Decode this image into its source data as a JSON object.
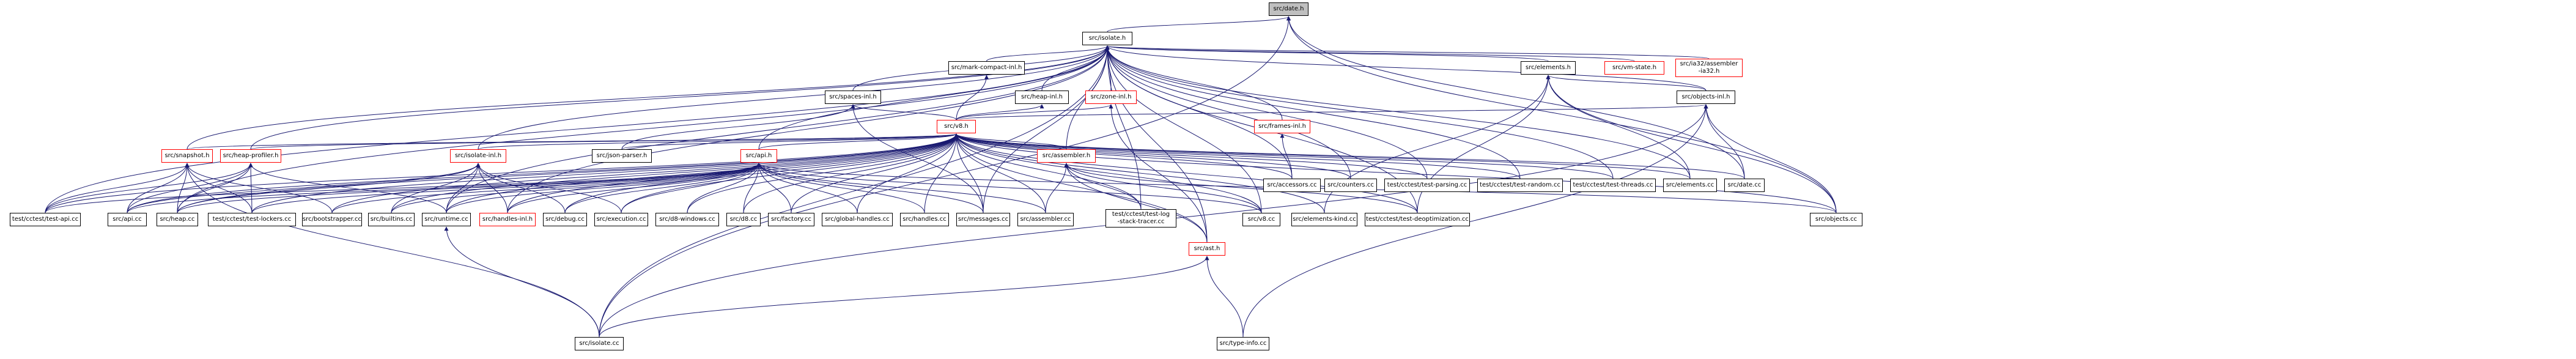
{
  "colors": {
    "edge": "#191970",
    "node_border": "#000000",
    "truncated_border": "#ff0000",
    "current_fill": "#bfbfbf"
  },
  "nodes": [
    {
      "id": "date_h",
      "label": "src/date.h",
      "current": true
    },
    {
      "id": "isolate_h",
      "label": "src/isolate.h"
    },
    {
      "id": "mark_compact",
      "label": "src/mark-compact-inl.h"
    },
    {
      "id": "vm_state",
      "label": "src/vm-state.h",
      "truncated": true
    },
    {
      "id": "ia32_asm",
      "label": "src/ia32/assembler\n-ia32.h",
      "truncated": true
    },
    {
      "id": "elements_h",
      "label": "src/elements.h"
    },
    {
      "id": "spaces_inl",
      "label": "src/spaces-inl.h"
    },
    {
      "id": "heap_inl",
      "label": "src/heap-inl.h"
    },
    {
      "id": "zone_inl",
      "label": "src/zone-inl.h",
      "truncated": true
    },
    {
      "id": "objects_inl",
      "label": "src/objects-inl.h"
    },
    {
      "id": "frames_inl",
      "label": "src/frames-inl.h",
      "truncated": true
    },
    {
      "id": "v8_h",
      "label": "src/v8.h",
      "truncated": true
    },
    {
      "id": "snapshot_h",
      "label": "src/snapshot.h",
      "truncated": true
    },
    {
      "id": "heap_profiler",
      "label": "src/heap-profiler.h",
      "truncated": true
    },
    {
      "id": "isolate_inl",
      "label": "src/isolate-inl.h",
      "truncated": true
    },
    {
      "id": "json_parser",
      "label": "src/json-parser.h"
    },
    {
      "id": "api_h",
      "label": "src/api.h",
      "truncated": true
    },
    {
      "id": "assembler_h",
      "label": "src/assembler.h",
      "truncated": true
    },
    {
      "id": "accessors_cc",
      "label": "src/accessors.cc"
    },
    {
      "id": "counters_cc",
      "label": "src/counters.cc"
    },
    {
      "id": "test_parsing",
      "label": "test/cctest/test-parsing.cc"
    },
    {
      "id": "test_random",
      "label": "test/cctest/test-random.cc"
    },
    {
      "id": "test_threads",
      "label": "test/cctest/test-threads.cc"
    },
    {
      "id": "elements_cc",
      "label": "src/elements.cc"
    },
    {
      "id": "date_cc",
      "label": "src/date.cc"
    },
    {
      "id": "test_api",
      "label": "test/cctest/test-api.cc"
    },
    {
      "id": "api_cc",
      "label": "src/api.cc"
    },
    {
      "id": "heap_cc",
      "label": "src/heap.cc"
    },
    {
      "id": "test_lockers",
      "label": "test/cctest/test-lockers.cc"
    },
    {
      "id": "bootstrapper",
      "label": "src/bootstrapper.cc"
    },
    {
      "id": "builtins_cc",
      "label": "src/builtins.cc"
    },
    {
      "id": "runtime_cc",
      "label": "src/runtime.cc"
    },
    {
      "id": "handles_inl",
      "label": "src/handles-inl.h",
      "truncated": true
    },
    {
      "id": "debug_cc",
      "label": "src/debug.cc"
    },
    {
      "id": "execution_cc",
      "label": "src/execution.cc"
    },
    {
      "id": "d8_windows",
      "label": "src/d8-windows.cc"
    },
    {
      "id": "d8_cc",
      "label": "src/d8.cc"
    },
    {
      "id": "factory_cc",
      "label": "src/factory.cc"
    },
    {
      "id": "global_handles",
      "label": "src/global-handles.cc"
    },
    {
      "id": "handles_cc",
      "label": "src/handles.cc"
    },
    {
      "id": "messages_cc",
      "label": "src/messages.cc"
    },
    {
      "id": "assembler_cc",
      "label": "src/assembler.cc"
    },
    {
      "id": "test_log",
      "label": "test/cctest/test-log\n-stack-tracer.cc"
    },
    {
      "id": "ast_h",
      "label": "src/ast.h",
      "truncated": true
    },
    {
      "id": "v8_cc",
      "label": "src/v8.cc"
    },
    {
      "id": "elements_kind",
      "label": "src/elements-kind.cc"
    },
    {
      "id": "test_deopt",
      "label": "test/cctest/test-deoptimization.cc"
    },
    {
      "id": "objects_cc",
      "label": "src/objects.cc"
    },
    {
      "id": "isolate_cc",
      "label": "src/isolate.cc"
    },
    {
      "id": "type_info",
      "label": "src/type-info.cc"
    }
  ],
  "edges": [
    [
      "isolate_h",
      "date_h"
    ],
    [
      "isolate_cc",
      "date_h"
    ],
    [
      "date_cc",
      "date_h"
    ],
    [
      "objects_cc",
      "date_h"
    ],
    [
      "mark_compact",
      "isolate_h"
    ],
    [
      "vm_state",
      "isolate_h"
    ],
    [
      "ia32_asm",
      "isolate_h"
    ],
    [
      "elements_h",
      "isolate_h"
    ],
    [
      "spaces_inl",
      "isolate_h"
    ],
    [
      "heap_inl",
      "isolate_h"
    ],
    [
      "zone_inl",
      "isolate_h"
    ],
    [
      "objects_inl",
      "isolate_h"
    ],
    [
      "frames_inl",
      "isolate_h"
    ],
    [
      "snapshot_h",
      "isolate_h"
    ],
    [
      "heap_profiler",
      "isolate_h"
    ],
    [
      "isolate_inl",
      "isolate_h"
    ],
    [
      "api_h",
      "isolate_h"
    ],
    [
      "assembler_h",
      "isolate_h"
    ],
    [
      "accessors_cc",
      "isolate_h"
    ],
    [
      "counters_cc",
      "isolate_h"
    ],
    [
      "test_parsing",
      "isolate_h"
    ],
    [
      "test_random",
      "isolate_h"
    ],
    [
      "test_threads",
      "isolate_h"
    ],
    [
      "test_api",
      "isolate_h"
    ],
    [
      "heap_cc",
      "isolate_h"
    ],
    [
      "runtime_cc",
      "isolate_h"
    ],
    [
      "handles_inl",
      "isolate_h"
    ],
    [
      "messages_cc",
      "isolate_h"
    ],
    [
      "test_log",
      "isolate_h"
    ],
    [
      "ast_h",
      "isolate_h"
    ],
    [
      "v8_cc",
      "isolate_h"
    ],
    [
      "test_deopt",
      "isolate_h"
    ],
    [
      "isolate_cc",
      "isolate_h"
    ],
    [
      "elements_cc",
      "isolate_h"
    ],
    [
      "v8_h",
      "mark_compact"
    ],
    [
      "v8_h",
      "spaces_inl"
    ],
    [
      "v8_h",
      "heap_inl"
    ],
    [
      "v8_h",
      "zone_inl"
    ],
    [
      "v8_h",
      "objects_inl"
    ],
    [
      "json_parser",
      "spaces_inl"
    ],
    [
      "messages_cc",
      "spaces_inl"
    ],
    [
      "ast_h",
      "zone_inl"
    ],
    [
      "objects_inl",
      "elements_h"
    ],
    [
      "elements_cc",
      "elements_h"
    ],
    [
      "elements_kind",
      "elements_h"
    ],
    [
      "objects_cc",
      "elements_h"
    ],
    [
      "test_deopt",
      "elements_h"
    ],
    [
      "date_cc",
      "objects_inl"
    ],
    [
      "objects_cc",
      "objects_inl"
    ],
    [
      "type_info",
      "objects_inl"
    ],
    [
      "accessors_cc",
      "frames_inl"
    ],
    [
      "snapshot_h",
      "v8_h"
    ],
    [
      "heap_profiler",
      "v8_h"
    ],
    [
      "isolate_inl",
      "v8_h"
    ],
    [
      "json_parser",
      "v8_h"
    ],
    [
      "api_h",
      "v8_h"
    ],
    [
      "assembler_h",
      "v8_h"
    ],
    [
      "accessors_cc",
      "v8_h"
    ],
    [
      "counters_cc",
      "v8_h"
    ],
    [
      "test_parsing",
      "v8_h"
    ],
    [
      "test_random",
      "v8_h"
    ],
    [
      "test_threads",
      "v8_h"
    ],
    [
      "elements_cc",
      "v8_h"
    ],
    [
      "date_cc",
      "v8_h"
    ],
    [
      "test_api",
      "v8_h"
    ],
    [
      "api_cc",
      "v8_h"
    ],
    [
      "heap_cc",
      "v8_h"
    ],
    [
      "test_lockers",
      "v8_h"
    ],
    [
      "bootstrapper",
      "v8_h"
    ],
    [
      "builtins_cc",
      "v8_h"
    ],
    [
      "runtime_cc",
      "v8_h"
    ],
    [
      "handles_inl",
      "v8_h"
    ],
    [
      "debug_cc",
      "v8_h"
    ],
    [
      "execution_cc",
      "v8_h"
    ],
    [
      "d8_windows",
      "v8_h"
    ],
    [
      "d8_cc",
      "v8_h"
    ],
    [
      "factory_cc",
      "v8_h"
    ],
    [
      "global_handles",
      "v8_h"
    ],
    [
      "handles_cc",
      "v8_h"
    ],
    [
      "messages_cc",
      "v8_h"
    ],
    [
      "assembler_cc",
      "v8_h"
    ],
    [
      "test_log",
      "v8_h"
    ],
    [
      "ast_h",
      "v8_h"
    ],
    [
      "v8_cc",
      "v8_h"
    ],
    [
      "elements_kind",
      "v8_h"
    ],
    [
      "test_deopt",
      "v8_h"
    ],
    [
      "objects_cc",
      "v8_h"
    ],
    [
      "test_api",
      "snapshot_h"
    ],
    [
      "api_cc",
      "snapshot_h"
    ],
    [
      "heap_cc",
      "snapshot_h"
    ],
    [
      "test_lockers",
      "snapshot_h"
    ],
    [
      "bootstrapper",
      "snapshot_h"
    ],
    [
      "isolate_cc",
      "snapshot_h"
    ],
    [
      "test_api",
      "heap_profiler"
    ],
    [
      "api_cc",
      "heap_profiler"
    ],
    [
      "heap_cc",
      "heap_profiler"
    ],
    [
      "test_lockers",
      "heap_profiler"
    ],
    [
      "runtime_cc",
      "heap_profiler"
    ],
    [
      "api_cc",
      "isolate_inl"
    ],
    [
      "heap_cc",
      "isolate_inl"
    ],
    [
      "builtins_cc",
      "isolate_inl"
    ],
    [
      "runtime_cc",
      "isolate_inl"
    ],
    [
      "handles_inl",
      "isolate_inl"
    ],
    [
      "debug_cc",
      "isolate_inl"
    ],
    [
      "execution_cc",
      "isolate_inl"
    ],
    [
      "test_api",
      "api_h"
    ],
    [
      "api_cc",
      "api_h"
    ],
    [
      "heap_cc",
      "api_h"
    ],
    [
      "test_lockers",
      "api_h"
    ],
    [
      "bootstrapper",
      "api_h"
    ],
    [
      "builtins_cc",
      "api_h"
    ],
    [
      "runtime_cc",
      "api_h"
    ],
    [
      "handles_inl",
      "api_h"
    ],
    [
      "debug_cc",
      "api_h"
    ],
    [
      "execution_cc",
      "api_h"
    ],
    [
      "d8_windows",
      "api_h"
    ],
    [
      "d8_cc",
      "api_h"
    ],
    [
      "factory_cc",
      "api_h"
    ],
    [
      "global_handles",
      "api_h"
    ],
    [
      "handles_cc",
      "api_h"
    ],
    [
      "messages_cc",
      "api_h"
    ],
    [
      "assembler_cc",
      "api_h"
    ],
    [
      "v8_cc",
      "api_h"
    ],
    [
      "objects_cc",
      "api_h"
    ],
    [
      "assembler_cc",
      "assembler_h"
    ],
    [
      "test_log",
      "assembler_h"
    ],
    [
      "ast_h",
      "assembler_h"
    ],
    [
      "v8_cc",
      "assembler_h"
    ],
    [
      "test_deopt",
      "assembler_h"
    ],
    [
      "isolate_cc",
      "ast_h"
    ],
    [
      "type_info",
      "ast_h"
    ],
    [
      "isolate_cc",
      "runtime_cc"
    ],
    [
      "isolate_cc",
      "objects_inl"
    ]
  ]
}
